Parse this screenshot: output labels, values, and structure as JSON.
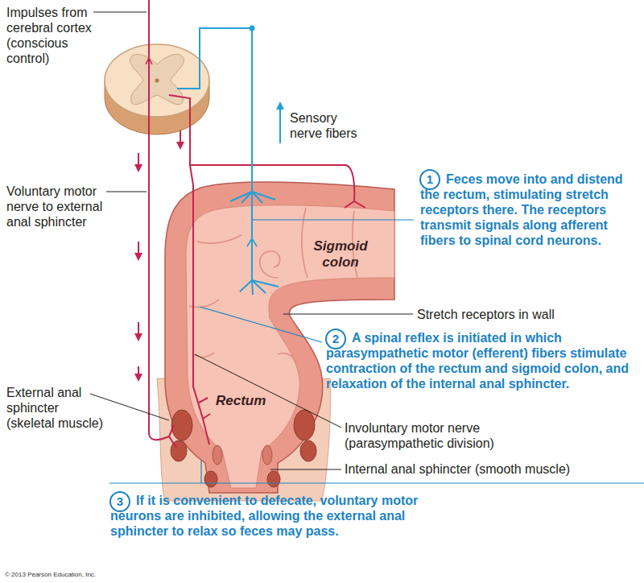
{
  "diagram": {
    "nodes": [
      {
        "text": [
          "1"
        ]
      },
      {
        "text": [
          "2"
        ]
      },
      {
        "text": [
          "3"
        ]
      }
    ],
    "labels": [
      "Impulses from cerebral cortex (conscious control)",
      "Sensory nerve fibers",
      "Voluntary motor nerve to external anal sphincter",
      "Feces move into and distend the rectum, stimulating stretch receptors there. The receptors transmit signals along afferent fibers to spinal cord neurons.",
      "Sigmoid colon",
      "Stretch receptors in wall",
      "A spinal reflex is initiated in which parasympathetic motor (efferent) fibers stimulate contraction of the rectum and sigmoid colon, and relaxation of the internal anal sphincter.",
      "Rectum",
      "Involuntary motor nerve (parasympathetic division)",
      "External anal sphincter (skeletal muscle)",
      "Internal anal sphincter (smooth muscle)",
      "If it is convenient to defecate, voluntary motor neurons are inhibited, allowing the external anal sphincter to relax so feces may pass.",
      "© 2013 Pearson Education, Inc."
    ]
  }
}
